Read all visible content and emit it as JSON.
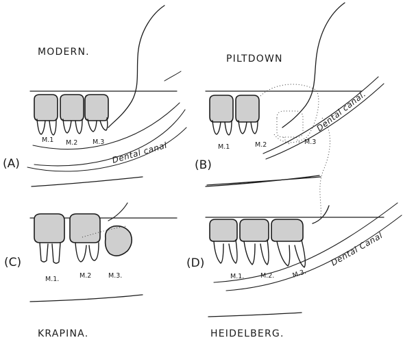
{
  "panels": [
    {
      "id": "A",
      "letter": "(A)",
      "title": "MODERN.",
      "teeth": [
        "M.1",
        "M.2",
        "M.3"
      ],
      "canal_label": "Dental canal"
    },
    {
      "id": "B",
      "letter": "(B)",
      "title": "PILTDOWN",
      "teeth": [
        "M.1",
        "M.2",
        "M.3"
      ],
      "canal_label": "Dental canal."
    },
    {
      "id": "C",
      "letter": "(C)",
      "title": "KRAPINA.",
      "teeth": [
        "M.1.",
        "M.2",
        "M.3."
      ],
      "canal_label": ""
    },
    {
      "id": "D",
      "letter": "(D)",
      "title": "HEIDELBERG.",
      "teeth": [
        "M.1.",
        "M.2.",
        "M.3."
      ],
      "canal_label": "Dental Canal"
    }
  ]
}
